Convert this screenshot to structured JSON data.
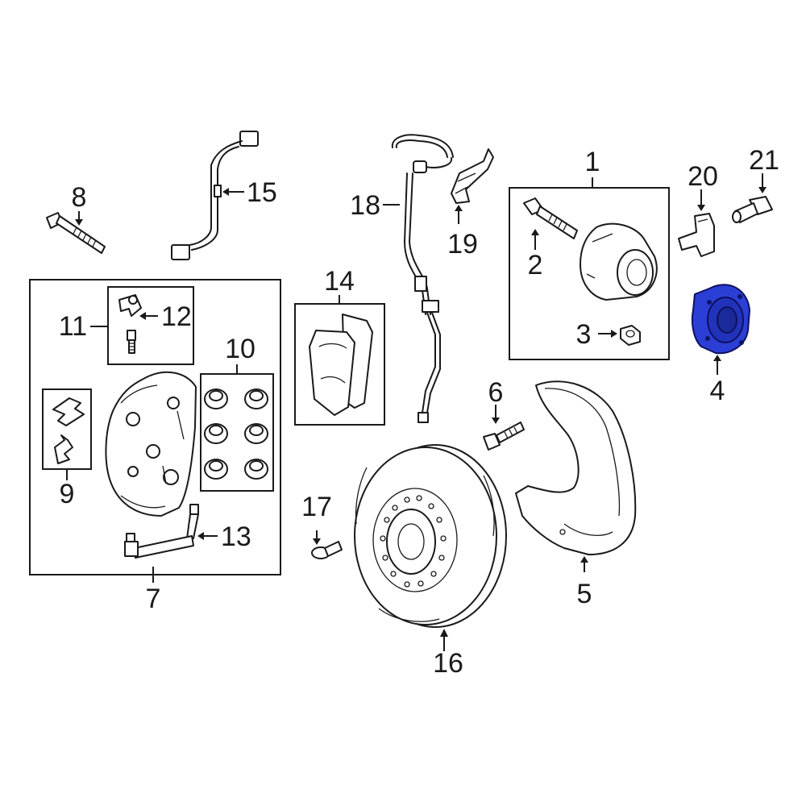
{
  "accent_color": "#2b3fd6",
  "parts": [
    {
      "id": "1",
      "label": "1"
    },
    {
      "id": "2",
      "label": "2"
    },
    {
      "id": "3",
      "label": "3"
    },
    {
      "id": "4",
      "label": "4",
      "highlighted": true
    },
    {
      "id": "5",
      "label": "5"
    },
    {
      "id": "6",
      "label": "6"
    },
    {
      "id": "7",
      "label": "7"
    },
    {
      "id": "8",
      "label": "8"
    },
    {
      "id": "9",
      "label": "9"
    },
    {
      "id": "10",
      "label": "10"
    },
    {
      "id": "11",
      "label": "11"
    },
    {
      "id": "12",
      "label": "12"
    },
    {
      "id": "13",
      "label": "13"
    },
    {
      "id": "14",
      "label": "14"
    },
    {
      "id": "15",
      "label": "15"
    },
    {
      "id": "16",
      "label": "16"
    },
    {
      "id": "17",
      "label": "17"
    },
    {
      "id": "18",
      "label": "18"
    },
    {
      "id": "19",
      "label": "19"
    },
    {
      "id": "20",
      "label": "20"
    },
    {
      "id": "21",
      "label": "21"
    }
  ]
}
